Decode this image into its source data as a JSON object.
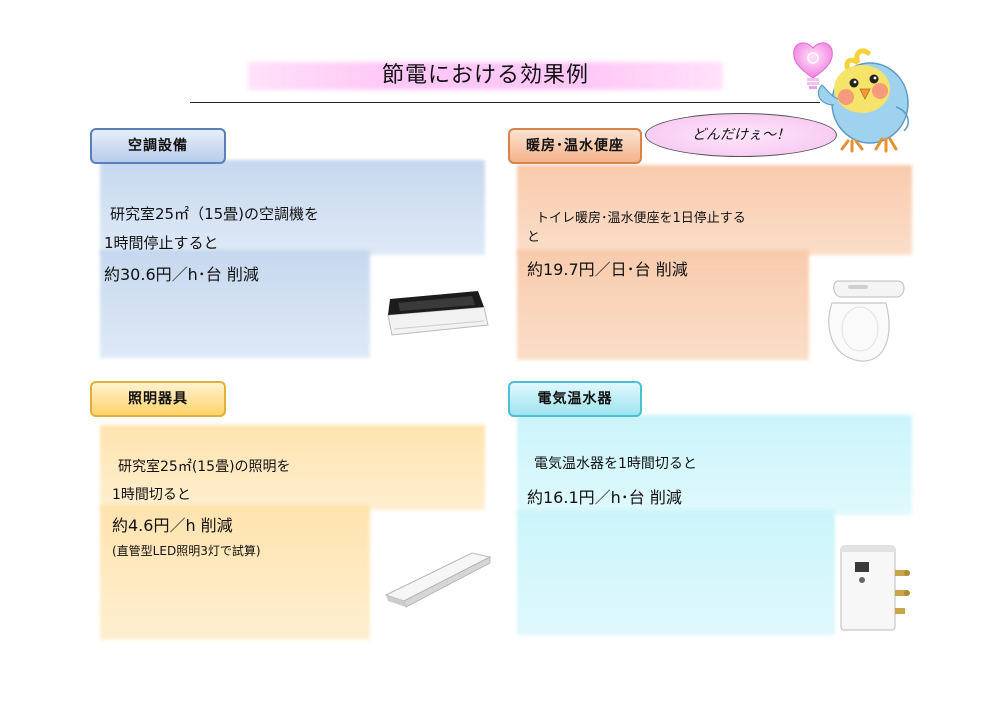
{
  "title": "節電における効果例",
  "bubble": "どんだけぇ～！",
  "sections": {
    "aircon": {
      "label": "空調設備",
      "line1": "研究室25㎡（15畳)の空調機を",
      "line2": "1時間停止すると",
      "line3": "約30.6円／h･台 削減"
    },
    "toilet": {
      "label": "暖房･温水便座",
      "line1": "トイレ暖房･温水便座を1日停止する",
      "line2": "と",
      "line3": "約19.7円／日･台 削減"
    },
    "lighting": {
      "label": "照明器具",
      "line1": "研究室25㎡(15畳)の照明を",
      "line2": "1時間切ると",
      "line3": "約4.6円／h 削減",
      "line4": "(直管型LED照明3灯で試算)"
    },
    "water_heater": {
      "label": "電気温水器",
      "line1": "電気温水器を1時間切ると",
      "line2": "約16.1円／h･台 削減"
    }
  },
  "mascot_icon": "cockatiel-mascot-icon",
  "bulb_icon": "eco-heart-bulb-icon",
  "colors": {
    "blue": "#5b7fb8",
    "orange": "#d7834a",
    "yellow": "#e2b038",
    "cyan": "#4bbfd4",
    "pink": "#ffb4f5"
  }
}
